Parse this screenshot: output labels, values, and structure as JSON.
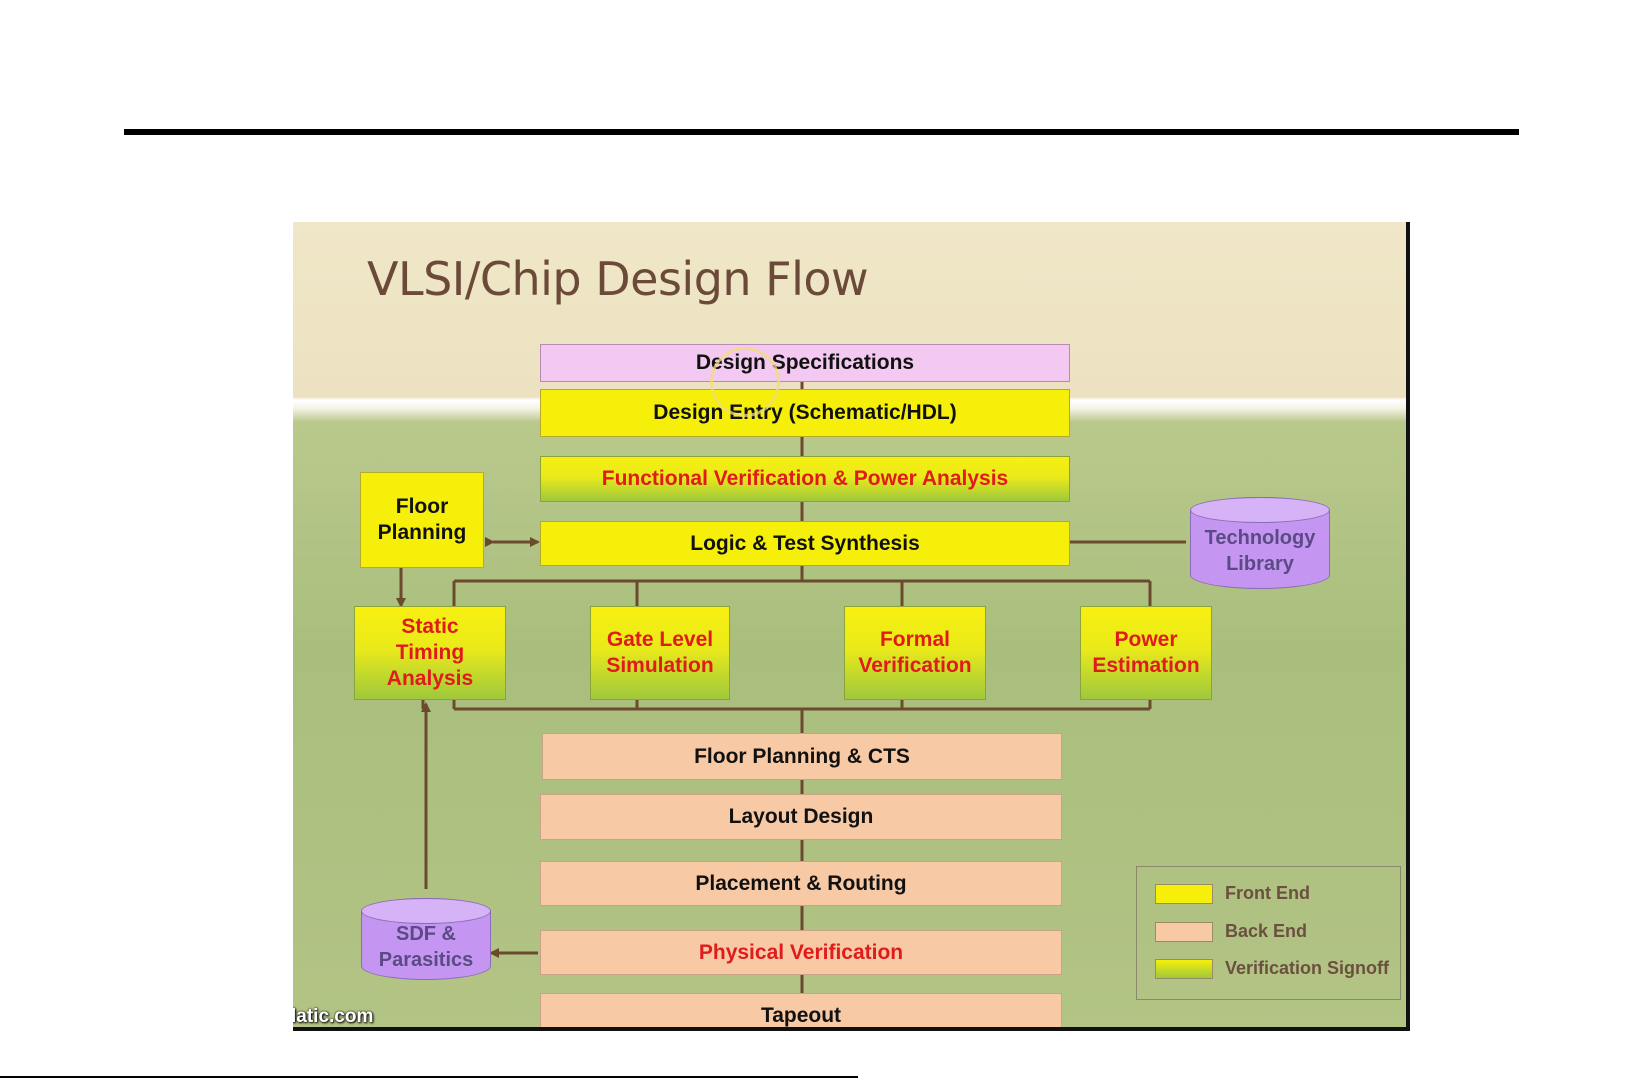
{
  "title": "VLSI/Chip  Design Flow",
  "watermark": "latic.com",
  "boxes": {
    "design_specifications": "Design Specifications",
    "design_entry": "Design Entry (Schematic/HDL)",
    "functional_verification": "Functional Verification & Power Analysis",
    "logic_test_synthesis": "Logic & Test Synthesis",
    "floor_planning": "Floor Planning",
    "technology_library": "Technology Library",
    "static_timing_analysis": "Static Timing Analysis",
    "gate_level_simulation": "Gate Level Simulation",
    "formal_verification": "Formal Verification",
    "power_estimation": "Power Estimation",
    "floor_planning_cts": "Floor Planning & CTS",
    "layout_design": "Layout Design",
    "placement_routing": "Placement & Routing",
    "sdf_parasitics": "SDF & Parasitics",
    "physical_verification": "Physical Verification",
    "tapeout": "Tapeout"
  },
  "legend": {
    "front_end": "Front End",
    "back_end": "Back End",
    "verification_signoff": "Verification Signoff"
  },
  "colors": {
    "front_end": "#f5ef0a",
    "back_end": "#f7c9a5",
    "verification_text": "#e01b1b",
    "spec": "#f3c9f2",
    "database": "#c496f1",
    "connector": "#6b4a2e"
  }
}
